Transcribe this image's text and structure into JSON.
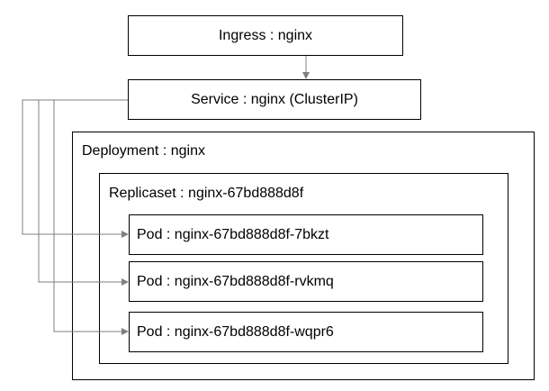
{
  "ingress": {
    "label": "Ingress : nginx"
  },
  "service": {
    "label": "Service : nginx (ClusterIP)"
  },
  "deployment": {
    "label": "Deployment : nginx"
  },
  "replicaset": {
    "label": "Replicaset : nginx-67bd888d8f"
  },
  "pods": [
    {
      "label": "Pod : nginx-67bd888d8f-7bkzt"
    },
    {
      "label": "Pod : nginx-67bd888d8f-rvkmq"
    },
    {
      "label": "Pod : nginx-67bd888d8f-wqpr6"
    }
  ],
  "colors": {
    "border": "#000000",
    "connector": "#7f7f7f",
    "background": "#ffffff"
  }
}
